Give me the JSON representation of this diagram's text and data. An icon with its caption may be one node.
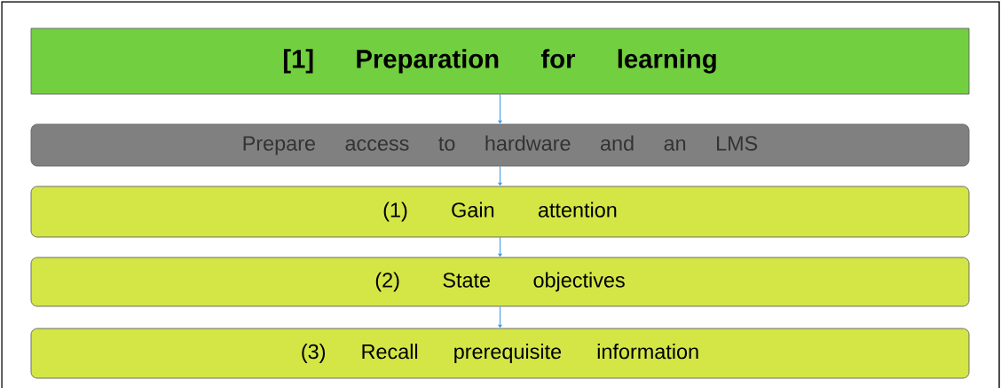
{
  "diagram": {
    "nodes": [
      {
        "text": [
          "[1] Preparation for learning"
        ]
      },
      {
        "text": [
          "Prepare access to hardware and an LMS"
        ]
      },
      {
        "text": [
          "(1) Gain attention"
        ]
      },
      {
        "text": [
          "(2) State objectives"
        ]
      },
      {
        "text": [
          "(3) Recall prerequisite information"
        ]
      }
    ],
    "edges": [
      {
        "from": 0,
        "to": 1,
        "arrow": "to"
      },
      {
        "from": 1,
        "to": 2,
        "arrow": "to"
      },
      {
        "from": 2,
        "to": 3,
        "arrow": "to"
      },
      {
        "from": 3,
        "to": 4,
        "arrow": "to"
      }
    ]
  }
}
